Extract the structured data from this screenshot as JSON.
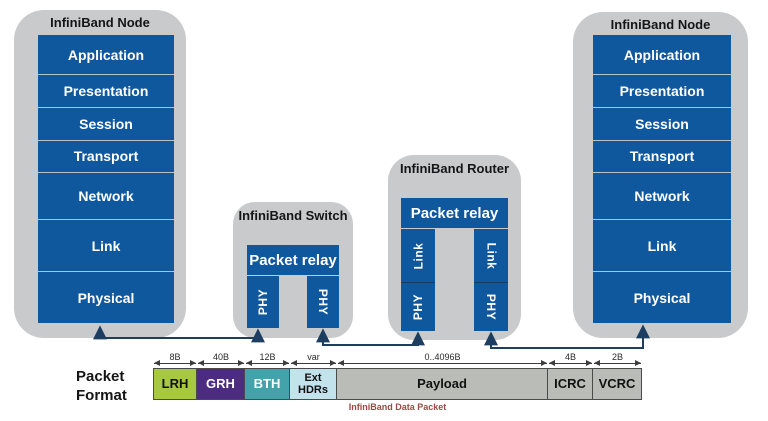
{
  "nodes": {
    "left": {
      "title": "InfiniBand Node",
      "layers": [
        "Application",
        "Presentation",
        "Session",
        "Transport",
        "Network",
        "Link",
        "Physical"
      ]
    },
    "right": {
      "title": "InfiniBand Node",
      "layers": [
        "Application",
        "Presentation",
        "Session",
        "Transport",
        "Network",
        "Link",
        "Physical"
      ]
    }
  },
  "switch": {
    "title": "InfiniBand Switch",
    "relay": "Packet relay",
    "phy_left": "PHY",
    "phy_right": "PHY"
  },
  "router": {
    "title": "InfiniBand Router",
    "relay": "Packet relay",
    "link_left": "Link",
    "phy_left": "PHY",
    "link_right": "Link",
    "phy_right": "PHY"
  },
  "packet_format": {
    "label": "Packet Format",
    "caption": "InfiniBand Data Packet",
    "segments": [
      {
        "name": "LRH",
        "size": "8B",
        "color": "#a7c940",
        "text": "#111111"
      },
      {
        "name": "GRH",
        "size": "40B",
        "color": "#4b2c80",
        "text": "#ffffff"
      },
      {
        "name": "BTH",
        "size": "12B",
        "color": "#43a2aa",
        "text": "#ffffff"
      },
      {
        "name": "Ext HDRs",
        "size": "var",
        "color": "#c2e2ec",
        "text": "#111111"
      },
      {
        "name": "Payload",
        "size": "0..4096B",
        "color": "#babdb7",
        "text": "#111111"
      },
      {
        "name": "ICRC",
        "size": "4B",
        "color": "#babdb7",
        "text": "#111111"
      },
      {
        "name": "VCRC",
        "size": "2B",
        "color": "#babdb7",
        "text": "#111111"
      }
    ]
  },
  "colors": {
    "layer_blue": "#10589e",
    "device_gray": "#c9cacb",
    "connector": "#1d3e60",
    "caption_red": "#9a4a42",
    "segment_border": "#4a4a4a"
  }
}
